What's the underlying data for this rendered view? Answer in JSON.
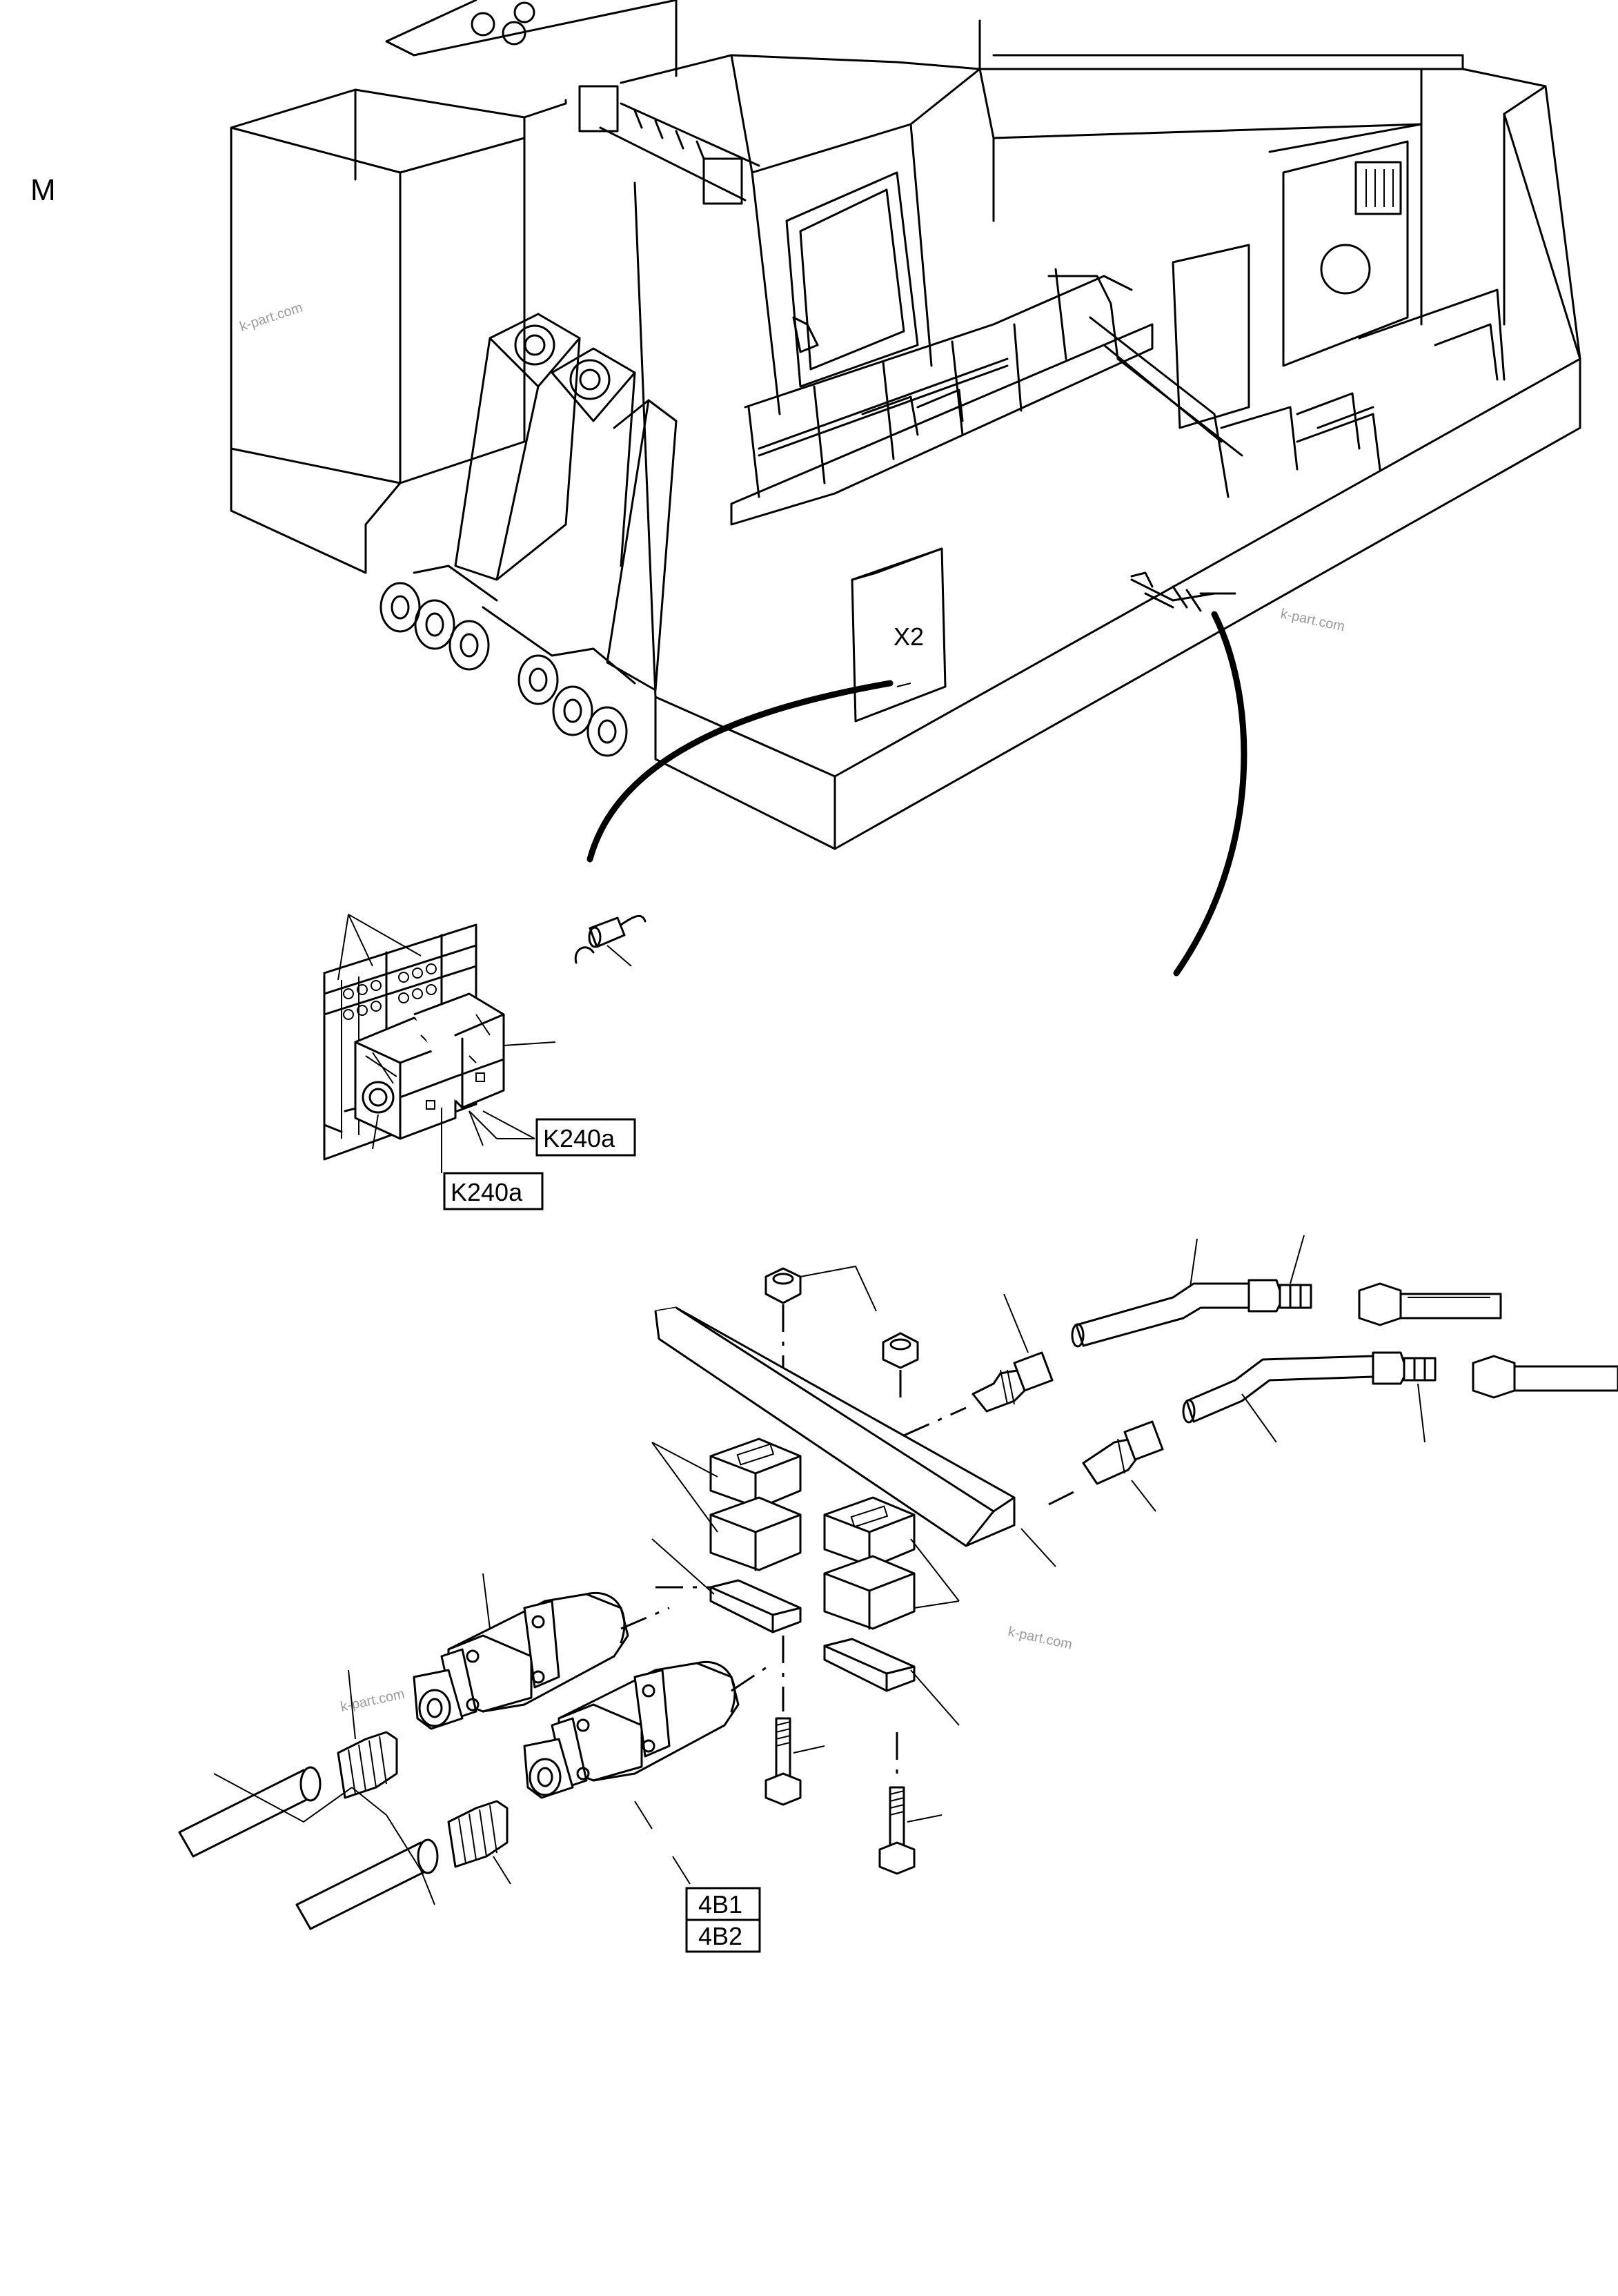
{
  "page": {
    "corner_letter": "M"
  },
  "labels": {
    "x2": "X2",
    "k240a_right": "K240a",
    "k240a_left": "K240a",
    "b1": "4B1",
    "b2": "4B2"
  },
  "watermarks": {
    "w1": "k-part.com",
    "w2": "k-part.com",
    "w3": "k-part.com",
    "w4": "k-part.com"
  }
}
